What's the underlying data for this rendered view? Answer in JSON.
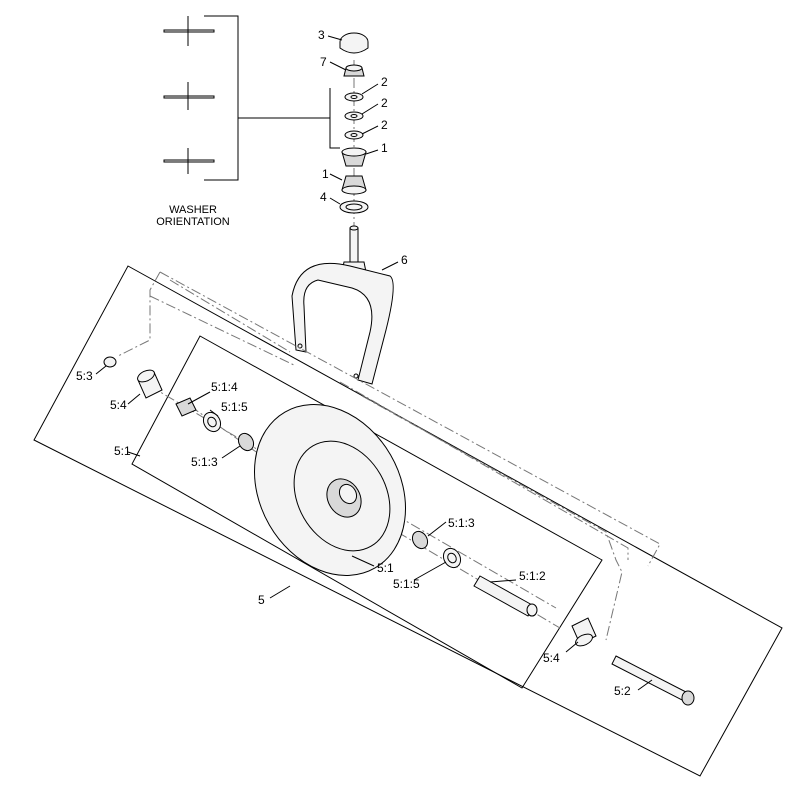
{
  "caption": {
    "line1": "WASHER",
    "line2": "ORIENTATION"
  },
  "callouts": {
    "c3": "3",
    "c7": "7",
    "c2a": "2",
    "c2b": "2",
    "c2c": "2",
    "c1a": "1",
    "c1b": "1",
    "c4": "4",
    "c6": "6",
    "c53": "5:3",
    "c54a": "5:4",
    "c514": "5:1:4",
    "c515a": "5:1:5",
    "c51a": "5:1",
    "c513a": "5:1:3",
    "c513b": "5:1:3",
    "c51b": "5:1",
    "c515b": "5:1:5",
    "c512": "5:1:2",
    "c5": "5",
    "c54b": "5:4",
    "c52": "5:2"
  }
}
